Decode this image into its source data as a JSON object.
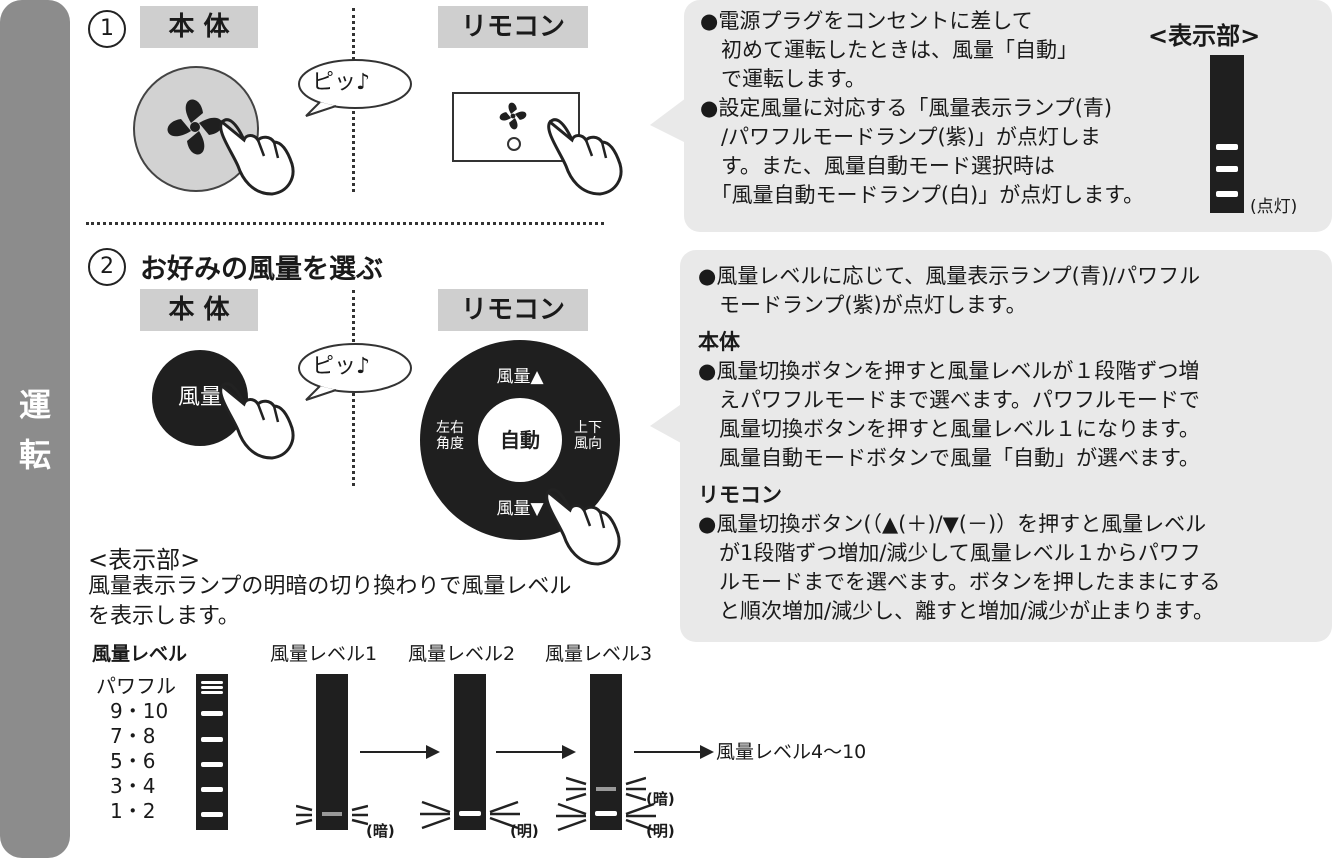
{
  "side": {
    "chars": [
      "運",
      "転"
    ]
  },
  "step1": {
    "number": "1",
    "body_label": "本 体",
    "remote_label": "リモコン",
    "beep": "ピッ♪",
    "info_lines": [
      "●電源プラグをコンセントに差して",
      "　初めて運転したときは、風量「自動」",
      "　で運転します。",
      "●設定風量に対応する「風量表示ランプ(青)",
      "　/パワフルモードランプ(紫)」が点灯しま",
      "　す。また、風量自動モード選択時は",
      "　「風量自動モードランプ(白)」が点灯します。"
    ],
    "display_title": "<表示部>",
    "lit_label": "(点灯)"
  },
  "step2": {
    "number": "2",
    "title": "お好みの風量を選ぶ",
    "body_label": "本 体",
    "remote_label": "リモコン",
    "beep": "ピッ♪",
    "body_button": "風量",
    "remote": {
      "up": "風量▲",
      "down": "風量▼",
      "left": [
        "左右",
        "角度"
      ],
      "right": [
        "上下",
        "風向"
      ],
      "center": "自動"
    },
    "info_intro": [
      "●風量レベルに応じて、風量表示ランプ(青)/パワフル",
      "　モードランプ(紫)が点灯します。"
    ],
    "body_heading": "本体",
    "body_lines": [
      "●風量切換ボタンを押すと風量レベルが１段階ずつ増",
      "　えパワフルモードまで選べます。パワフルモードで",
      "　風量切換ボタンを押すと風量レベル１になります。",
      "　風量自動モードボタンで風量「自動」が選べます。"
    ],
    "remote_heading": "リモコン",
    "remote_lines": [
      "●風量切換ボタン(（▲(＋)/▼(－)）を押すと風量レベル",
      "　が1段階ずつ増加/減少して風量レベル１からパワフ",
      "　ルモードまでを選べます。ボタンを押したままにする",
      "　と順次増加/減少し、離すと増加/減少が止まります。"
    ]
  },
  "display": {
    "title": "<表示部>",
    "desc_lines": [
      "風量表示ランプの明暗の切り換わりで風量レベル",
      "を表示します。"
    ],
    "level_header": "風量レベル",
    "levels": [
      "パワフル",
      "9・10",
      "7・8",
      "5・6",
      "3・4",
      "1・2"
    ],
    "columns": [
      "風量レベル1",
      "風量レベル2",
      "風量レベル3"
    ],
    "dark": "(暗)",
    "bright": "(明)",
    "next_label": "風量レベル4～10"
  }
}
